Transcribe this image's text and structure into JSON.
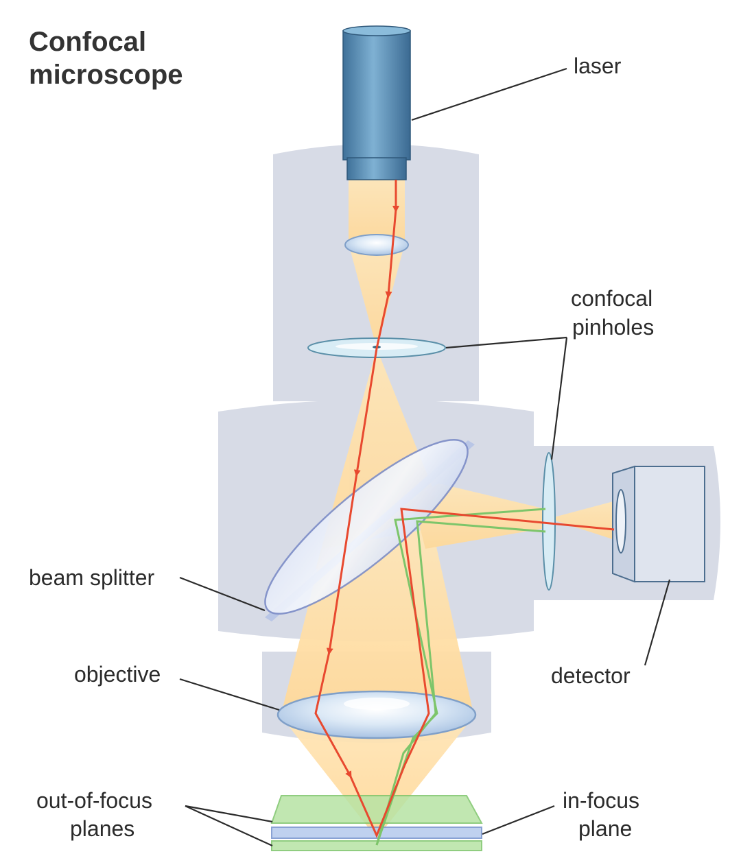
{
  "title": {
    "line1": "Confocal",
    "line2": "microscope"
  },
  "labels": {
    "laser": "laser",
    "confocal_pinholes_line1": "confocal",
    "confocal_pinholes_line2": "pinholes",
    "beam_splitter": "beam splitter",
    "objective": "objective",
    "detector": "detector",
    "out_of_focus_line1": "out-of-focus",
    "out_of_focus_line2": "planes",
    "in_focus_line1": "in-focus",
    "in_focus_line2": "plane"
  },
  "colors": {
    "body": "#d7dbe6",
    "laser_housing": "#4f87ad",
    "light_cone": "#ffe3b0",
    "excitation_ray": "#e8492f",
    "emission_ray": "#7dc56a",
    "lens": "#cfe0f2",
    "lens_edge": "#7f9fc8",
    "plane_out_of_focus": "#b7e3a4",
    "plane_in_focus": "#b9cdee",
    "detector": "#dfe4ee",
    "detector_edge": "#4d6e8f"
  }
}
